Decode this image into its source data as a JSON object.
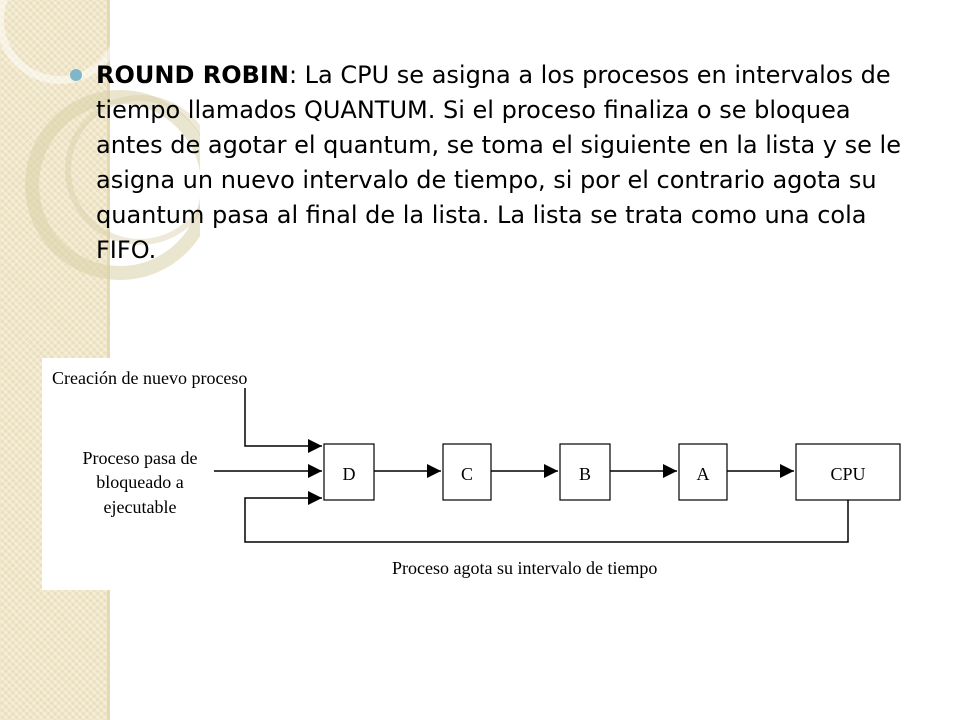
{
  "bullet": {
    "title": "ROUND ROBIN",
    "separator": ": ",
    "text": "La CPU se asigna a los procesos en intervalos de tiempo llamados QUANTUM. Si el proceso finaliza o se bloquea antes de agotar el quantum, se toma el siguiente en la lista y se le asigna un nuevo intervalo de tiempo, si por el contrario agota su quantum pasa al final de la lista. La lista se trata como una cola FIFO."
  },
  "diagram": {
    "label_new_process": "Creación de nuevo proceso",
    "label_unblocked": [
      "Proceso pasa de",
      "bloqueado a",
      "ejecutable"
    ],
    "queue": [
      "D",
      "C",
      "B",
      "A"
    ],
    "cpu": "CPU",
    "label_quantum_expired": "Proceso agota su intervalo de tiempo"
  },
  "colors": {
    "side_band": "#f0e6c8",
    "bullet": "#7fb6c9",
    "ring": "#d9cfa8"
  }
}
